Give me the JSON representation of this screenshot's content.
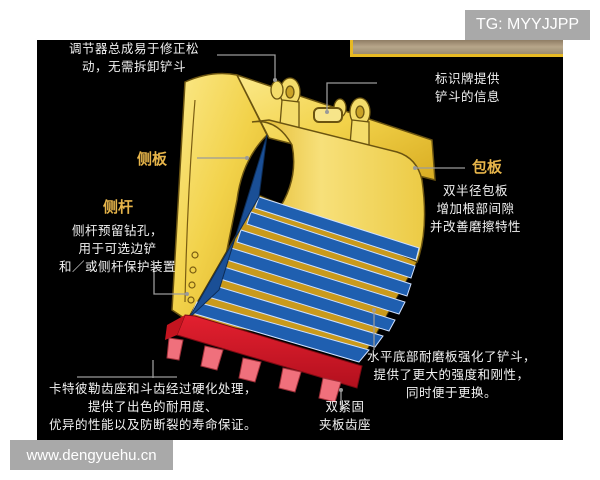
{
  "watermarks": {
    "top_right": "TG: MYYJJPP",
    "bottom_left": "www.dengyuehu.cn"
  },
  "diagram": {
    "subject": "excavator bucket",
    "colors": {
      "background": "#000000",
      "bucket_body": "#f2d24a",
      "wear_plates": "#1f5fb0",
      "tooth_edge": "#d0182a",
      "teeth": "#f0707c",
      "heading_text": "#e7b54a",
      "body_text": "#f2f2f2",
      "leader_lines": "#9a9a9a"
    },
    "callouts": {
      "adjuster": {
        "text": "调节器总成易于修正松\n动，无需拆卸铲斗"
      },
      "nameplate": {
        "text": "标识牌提供\n铲斗的信息"
      },
      "side_plate": {
        "heading": "侧板"
      },
      "wrapper": {
        "heading": "包板",
        "text": "双半径包板\n增加根部间隙\n并改善磨擦特性"
      },
      "side_bar": {
        "heading": "侧杆",
        "text": "侧杆预留钻孔，\n用于可选边铲\n和／或侧杆保护装置"
      },
      "wear_plates": {
        "text": "水平底部耐磨板强化了铲斗，\n提供了更大的强度和刚性，\n同时便于更换。"
      },
      "teeth": {
        "text": "卡特彼勒齿座和斗齿经过硬化处理，\n提供了出色的耐用度、\n优异的性能以及防断裂的寿命保证。"
      },
      "clamp_adapter": {
        "text": "双紧固\n夹板齿座"
      }
    }
  }
}
